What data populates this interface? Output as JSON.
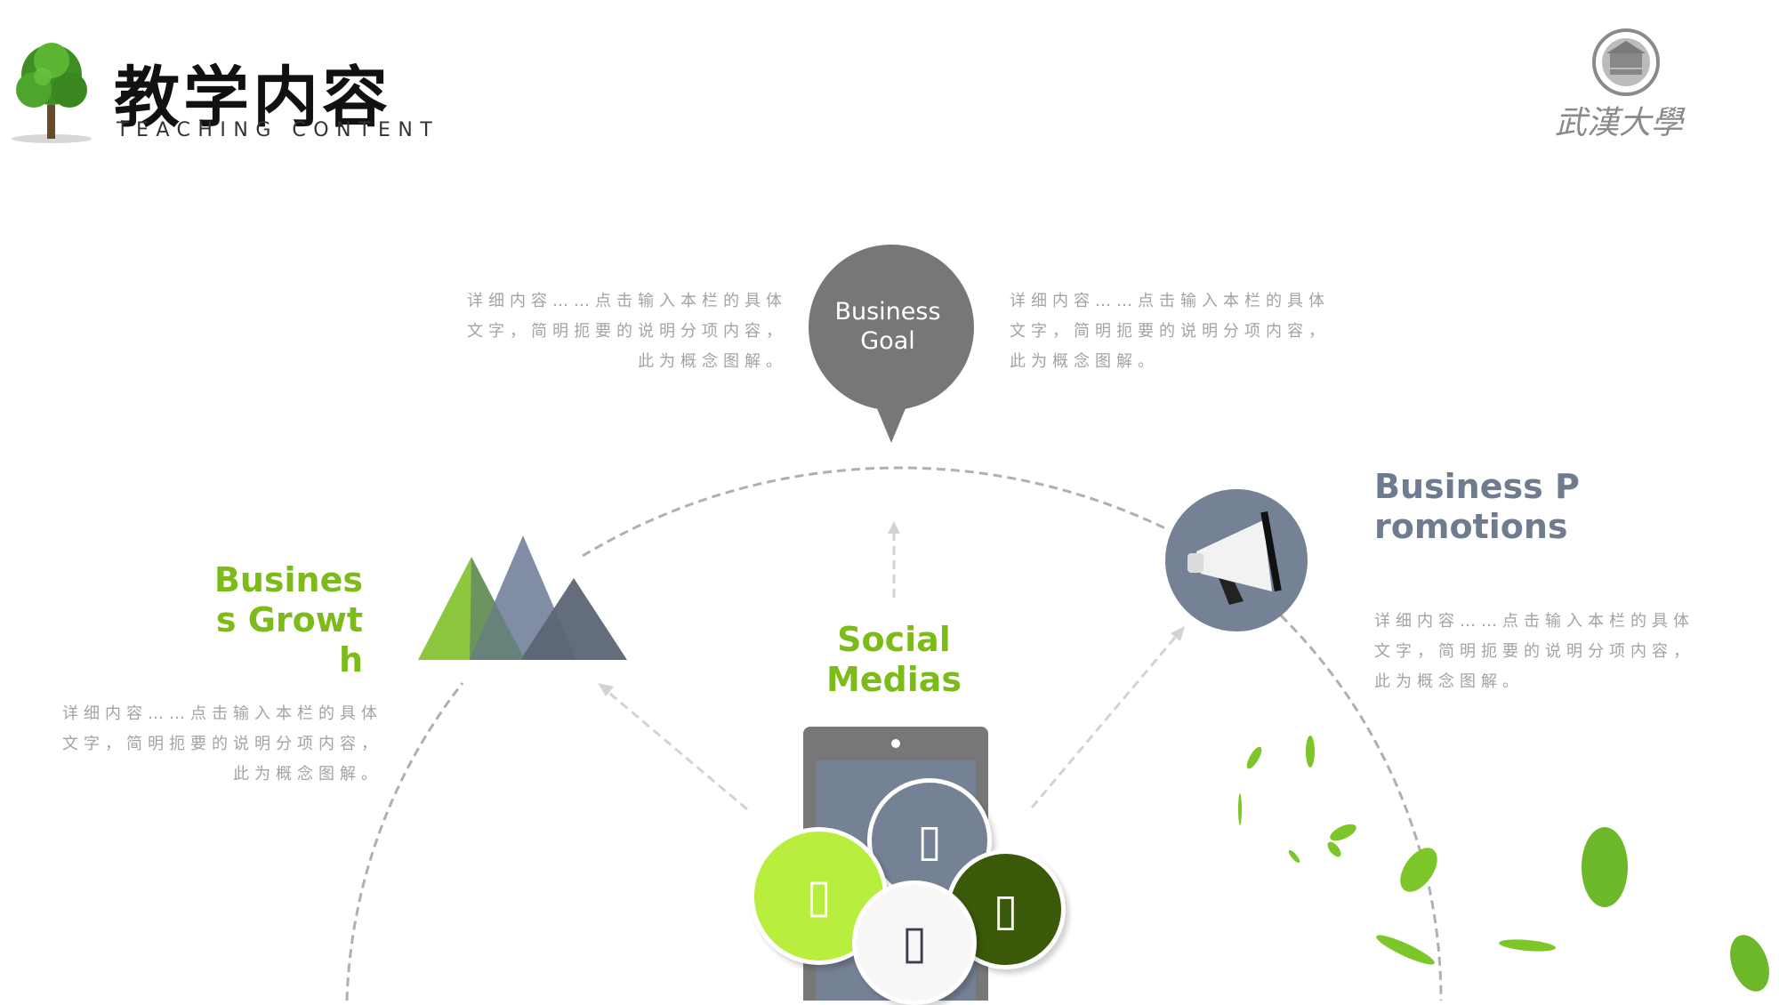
{
  "header": {
    "title_cn": "教学内容",
    "title_en": "TEACHING CONTENT",
    "logo_text": "武漢大學"
  },
  "diagram": {
    "goal": {
      "label": "Business Goal",
      "desc_left": "详细内容……点击输入本栏的具体文字，简明扼要的说明分项内容，此为概念图解。",
      "desc_right": "详细内容……点击输入本栏的具体文字，简明扼要的说明分项内容，此为概念图解。"
    },
    "growth": {
      "title": "Business Growth",
      "desc": "详细内容……点击输入本栏的具体文字，简明扼要的说明分项内容，此为概念图解。"
    },
    "promotion": {
      "title": "Business Promotions",
      "desc": "详细内容……点击输入本栏的具体文字，简明扼要的说明分项内容，此为概念图解。"
    },
    "social": {
      "title": "Social Medias"
    }
  },
  "colors": {
    "green": "#7dbb1b",
    "slate": "#6f7b8e",
    "gray": "#777777",
    "lime": "#b8ef3e",
    "dark_green": "#3a5a0a"
  },
  "icons": [
    "tree-icon",
    "university-logo-icon",
    "speech-bubble-icon",
    "mountains-icon",
    "megaphone-icon",
    "tablet-icon",
    "leaf-icon"
  ]
}
